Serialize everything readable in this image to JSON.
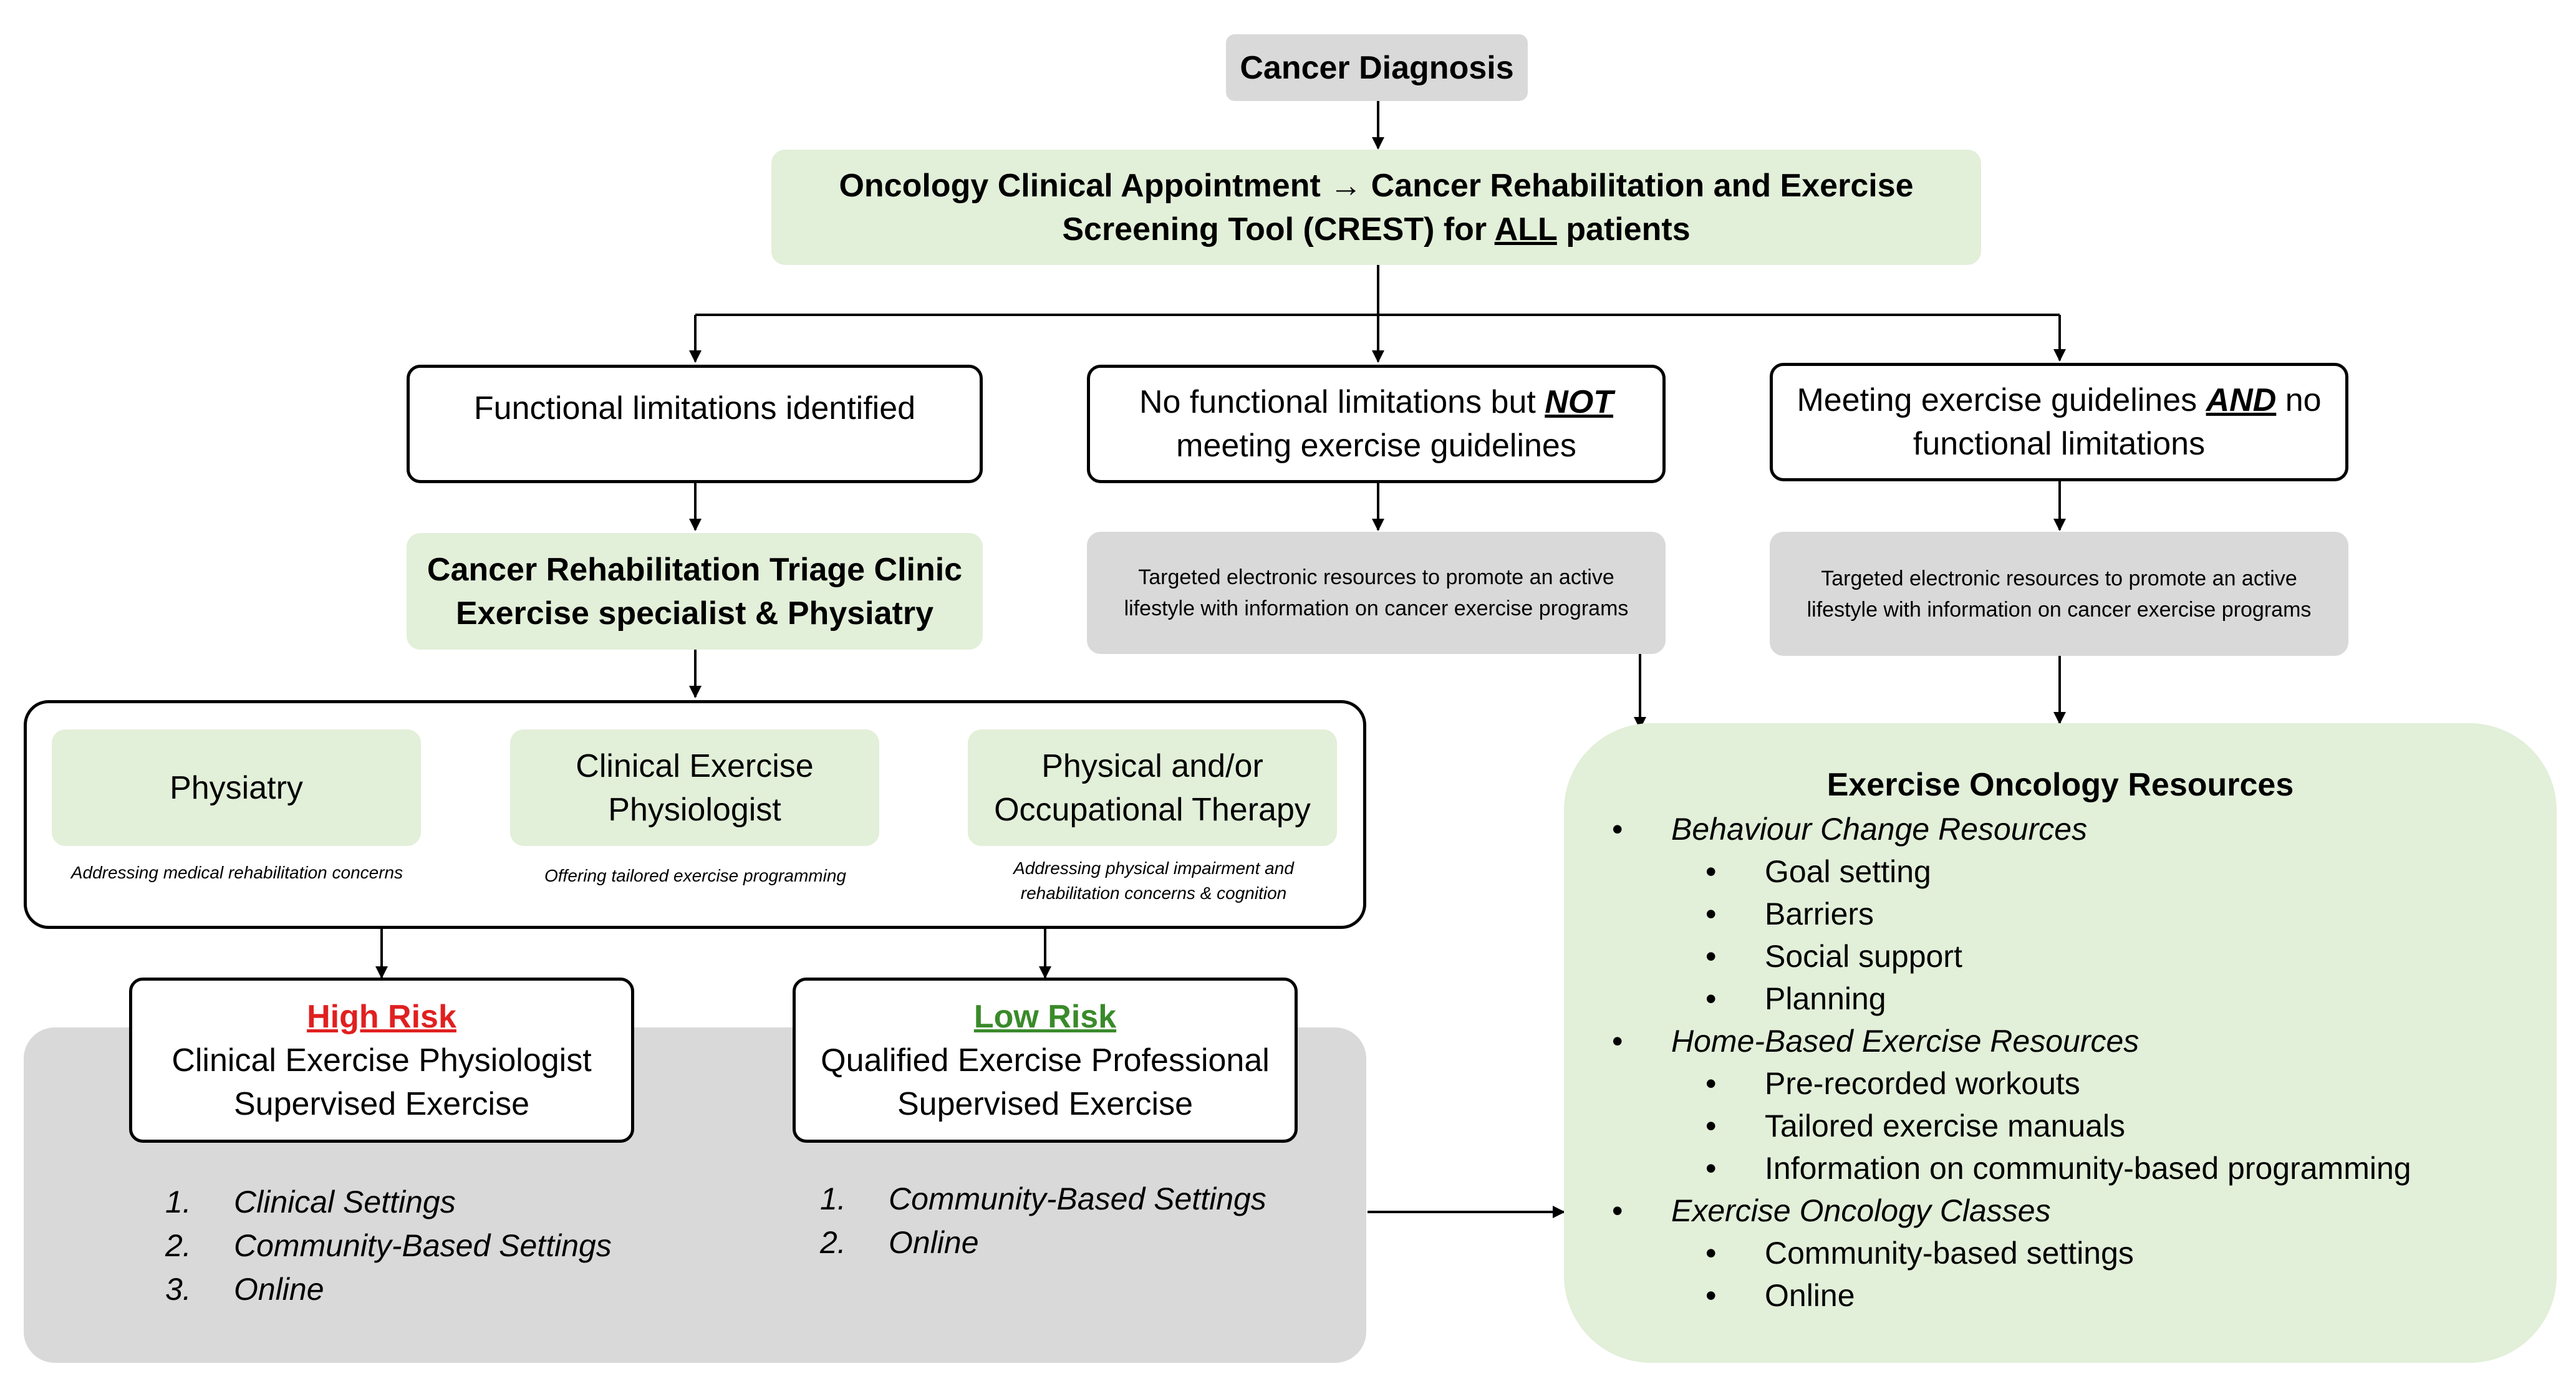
{
  "nodes": {
    "diagnosis": "Cancer Diagnosis",
    "crest": {
      "line1": "Oncology Clinical Appointment → Cancer Rehabilitation and Exercise",
      "line2_pre": "Screening Tool (CREST) for ",
      "line2_emph": "ALL",
      "line2_post": " patients"
    },
    "functional": "Functional limitations identified",
    "no_functional": {
      "pre": "No functional limitations but ",
      "emph": "NOT",
      "post": "meeting exercise guidelines"
    },
    "meeting": {
      "pre": "Meeting exercise guidelines ",
      "emph": "AND",
      "post_a": " no",
      "post_b": "functional limitations"
    },
    "targeted_mid": "Targeted electronic resources to promote an active lifestyle with information on cancer exercise programs",
    "targeted_right": "Targeted electronic resources to promote an active lifestyle with information on cancer exercise programs",
    "triage": {
      "line1": "Cancer Rehabilitation Triage Clinic",
      "line2": "Exercise specialist & Physiatry"
    },
    "physiatry": {
      "label": "Physiatry",
      "caption": "Addressing medical rehabilitation concerns"
    },
    "cep": {
      "label": "Clinical Exercise Physiologist",
      "caption": "Offering tailored exercise programming"
    },
    "pot": {
      "label": "Physical and/or Occupational Therapy",
      "caption": "Addressing physical impairment and rehabilitation concerns & cognition"
    },
    "high_risk": {
      "title": "High Risk",
      "line1": "Clinical Exercise Physiologist",
      "line2": "Supervised Exercise",
      "settings": [
        {
          "num": "1.",
          "text": "Clinical Settings"
        },
        {
          "num": "2.",
          "text": "Community-Based Settings"
        },
        {
          "num": "3.",
          "text": "Online"
        }
      ]
    },
    "low_risk": {
      "title": "Low Risk",
      "line1": "Qualified Exercise Professional",
      "line2": "Supervised Exercise",
      "settings": [
        {
          "num": "1.",
          "text": "Community-Based Settings"
        },
        {
          "num": "2.",
          "text": "Online"
        }
      ]
    },
    "resources": {
      "title": "Exercise Oncology Resources",
      "bullet": "•",
      "groups": [
        {
          "label": "Behaviour Change Resources",
          "items": [
            "Goal setting",
            "Barriers",
            "Social support",
            "Planning"
          ]
        },
        {
          "label": "Home-Based Exercise Resources",
          "items": [
            "Pre-recorded workouts",
            "Tailored exercise manuals",
            "Information on community-based programming"
          ]
        },
        {
          "label": "Exercise Oncology Classes",
          "items": [
            "Community-based settings",
            "Online"
          ]
        }
      ]
    }
  },
  "colors": {
    "gray_box": "#d9d9d9",
    "green_box": "#e2efd9",
    "high_risk": "#e02020",
    "low_risk": "#3a8a2a",
    "line": "#000000"
  }
}
